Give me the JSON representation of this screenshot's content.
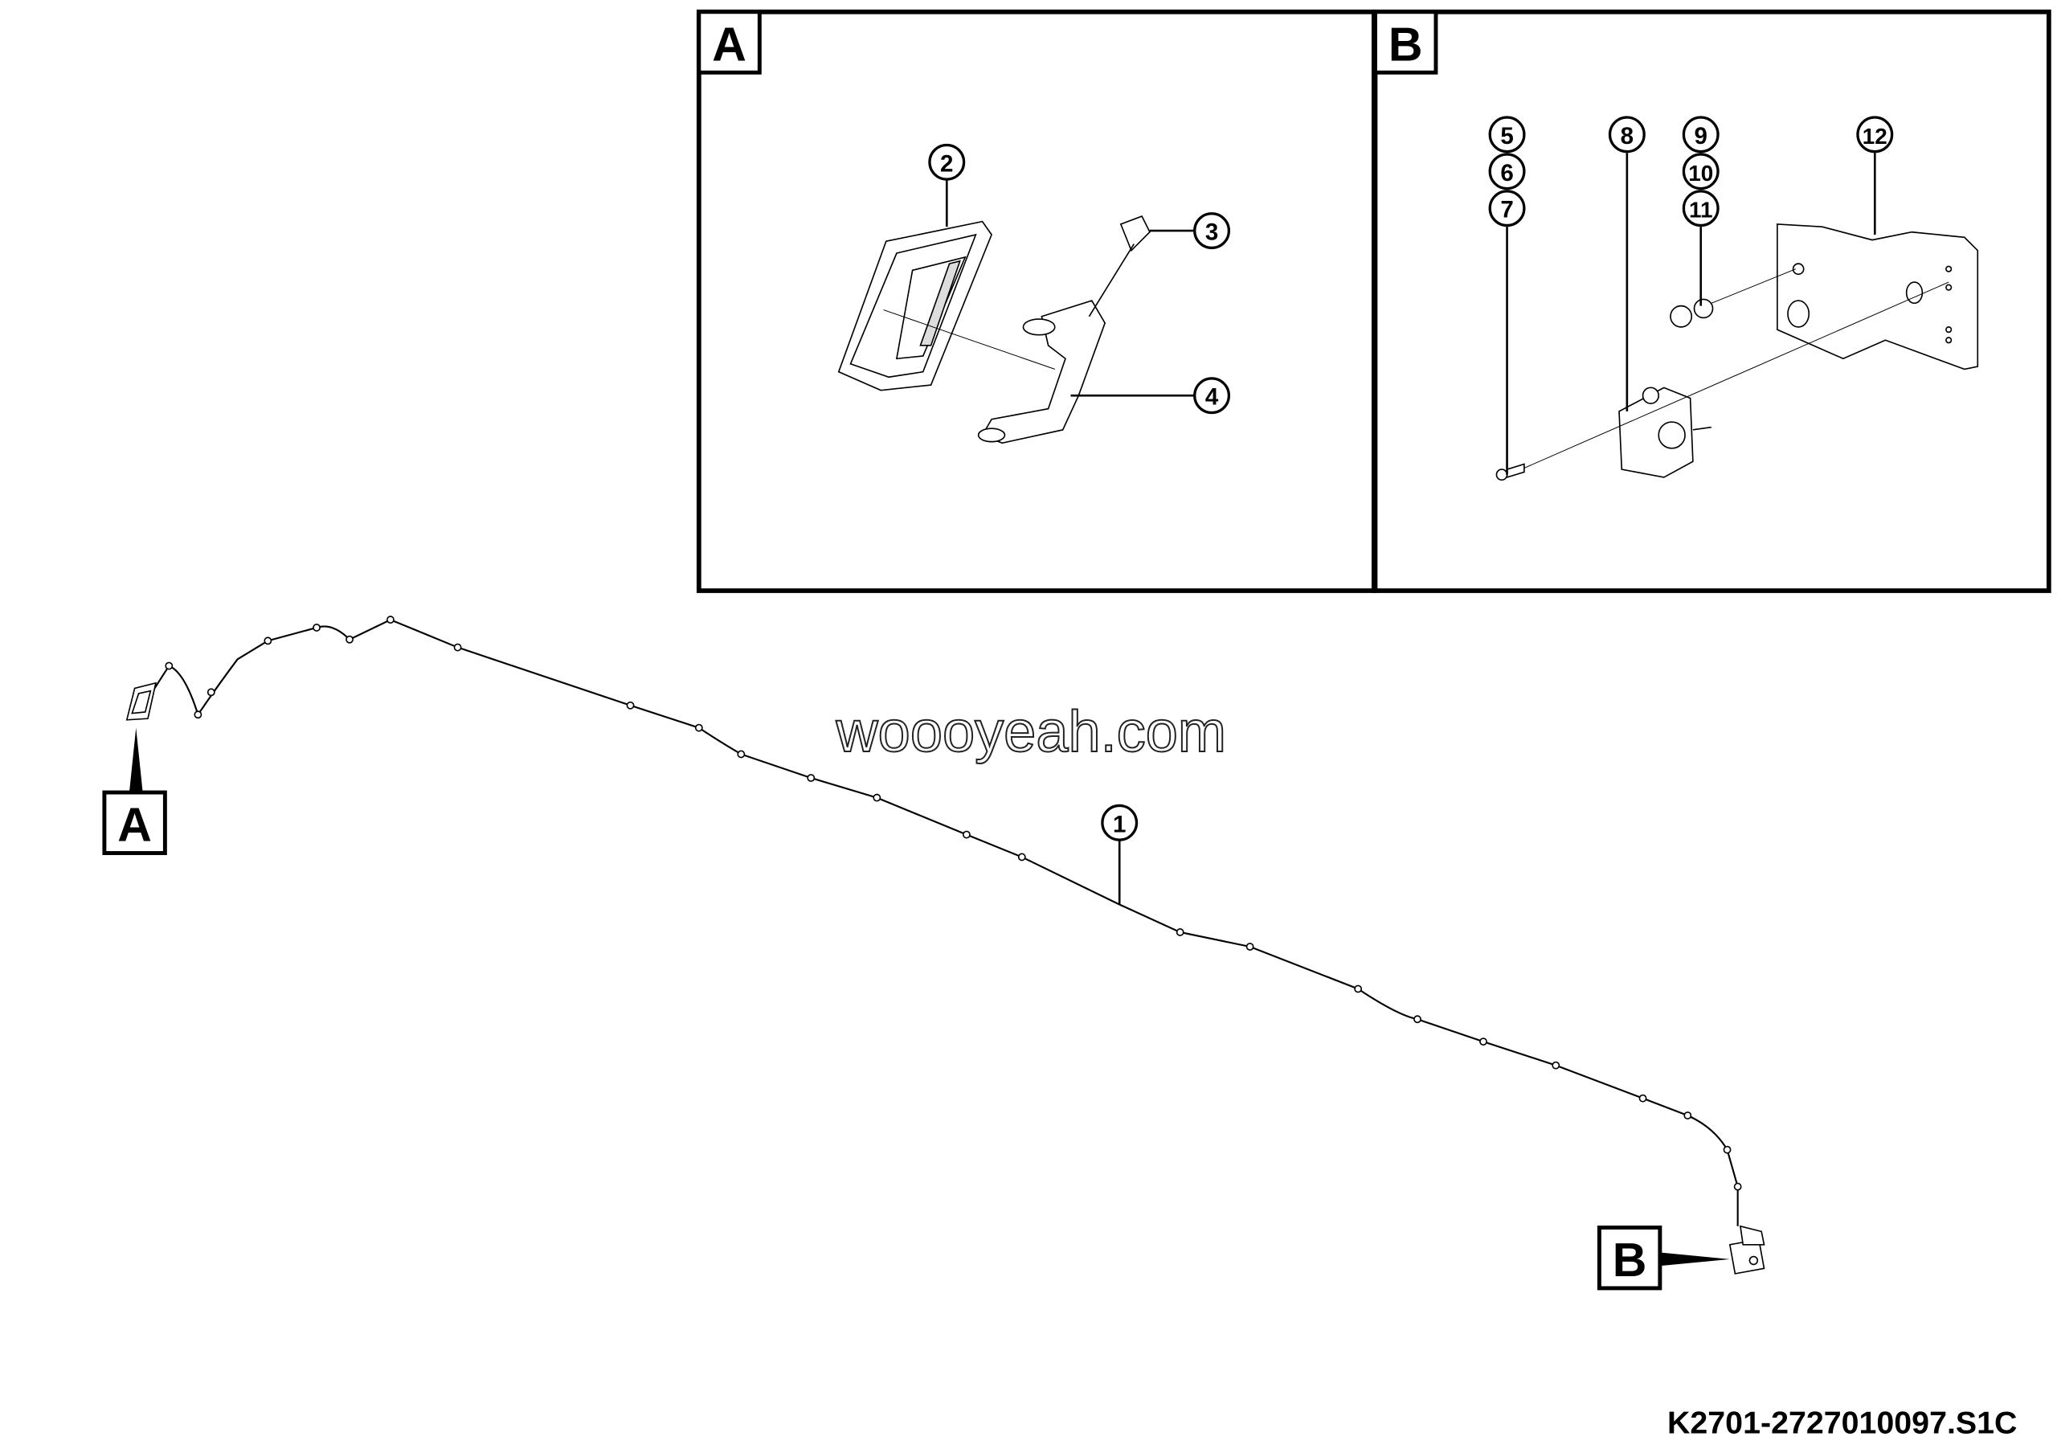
{
  "detail_views": {
    "a": {
      "letter": "A",
      "callouts": [
        "2",
        "3",
        "4"
      ]
    },
    "b": {
      "letter": "B",
      "callouts": [
        "5",
        "6",
        "7",
        "8",
        "9",
        "10",
        "11",
        "12"
      ]
    }
  },
  "main_view": {
    "callout_harness": "1",
    "marker_a": "A",
    "marker_b": "B"
  },
  "watermark": "woooyeah.com",
  "drawing_number": "K2701-2727010097.S1C",
  "colors": {
    "line": "#000000",
    "background": "#ffffff"
  }
}
